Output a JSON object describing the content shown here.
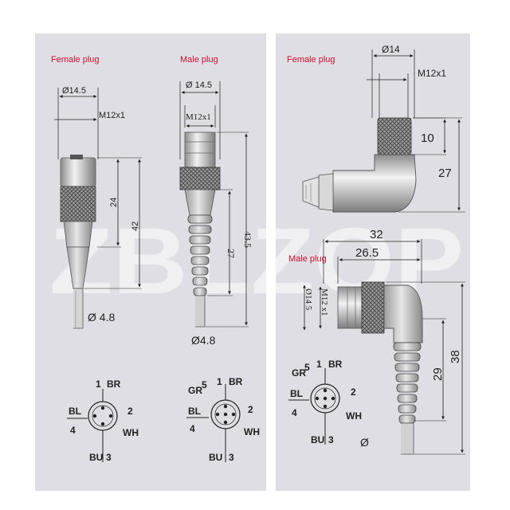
{
  "watermark": "ZBLZQP",
  "left": {
    "female": {
      "label": "Female plug",
      "dia": "Ø14.5",
      "thread": "M12x1",
      "len_short": "24",
      "len_long": "42",
      "cable": "Ø 4.8",
      "pins": {
        "p1": "1",
        "br": "BR",
        "bl": "BL",
        "p2": "2",
        "p4": "4",
        "wh": "WH",
        "bu": "BU",
        "p3": "3"
      }
    },
    "male": {
      "label": "Male plug",
      "dia": "Ø 14.5",
      "thread": "M12x1",
      "len_long": "43.5",
      "len_short": "27",
      "cable": "Ø4.8",
      "pins": {
        "gr": "GR",
        "p5": "5",
        "p1": "1",
        "br": "BR",
        "bl": "BL",
        "p2": "2",
        "p4": "4",
        "wh": "WH",
        "bu": "BU",
        "p3": "3"
      }
    }
  },
  "right": {
    "female": {
      "label": "Female plug",
      "dia": "Ø14",
      "thread": "M12x1",
      "d_10": "10",
      "d_27": "27"
    },
    "male": {
      "label": "Male plug",
      "d_32": "32",
      "d_265": "26.5",
      "thread": "M12 x1",
      "dia": "Ø14 5",
      "d_38": "38",
      "d_29": "29",
      "cable": "Ø",
      "pins": {
        "gr": "GR",
        "p5": "5",
        "p1": "1",
        "br": "BR",
        "bl": "BL",
        "p2": "2",
        "p4": "4",
        "wh": "WH",
        "bu": "BU",
        "p3": "3"
      }
    }
  }
}
